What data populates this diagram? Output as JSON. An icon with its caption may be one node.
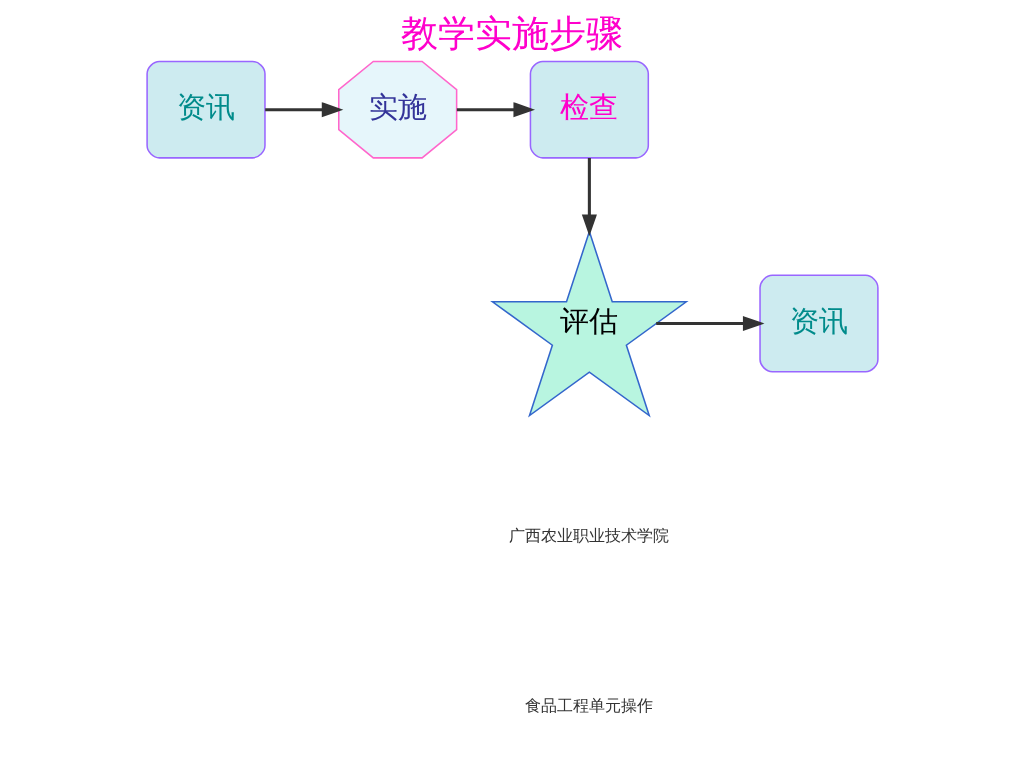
{
  "diagram": {
    "title": "教学实施步骤",
    "nodes": [
      {
        "text": [
          "资讯"
        ]
      },
      {
        "text": [
          "实施"
        ]
      },
      {
        "text": [
          "检查"
        ]
      },
      {
        "text": [
          "评估"
        ]
      },
      {
        "text": [
          "资讯"
        ]
      }
    ],
    "edges": [
      {
        "from": 0,
        "to": 1,
        "arrow": "to"
      },
      {
        "from": 1,
        "to": 2,
        "arrow": "to"
      },
      {
        "from": 2,
        "to": 3,
        "arrow": "to"
      },
      {
        "from": 3,
        "to": 4,
        "arrow": "to"
      }
    ],
    "labels": [
      "广西农业职业技术学院",
      "食品工程单元操作"
    ]
  }
}
